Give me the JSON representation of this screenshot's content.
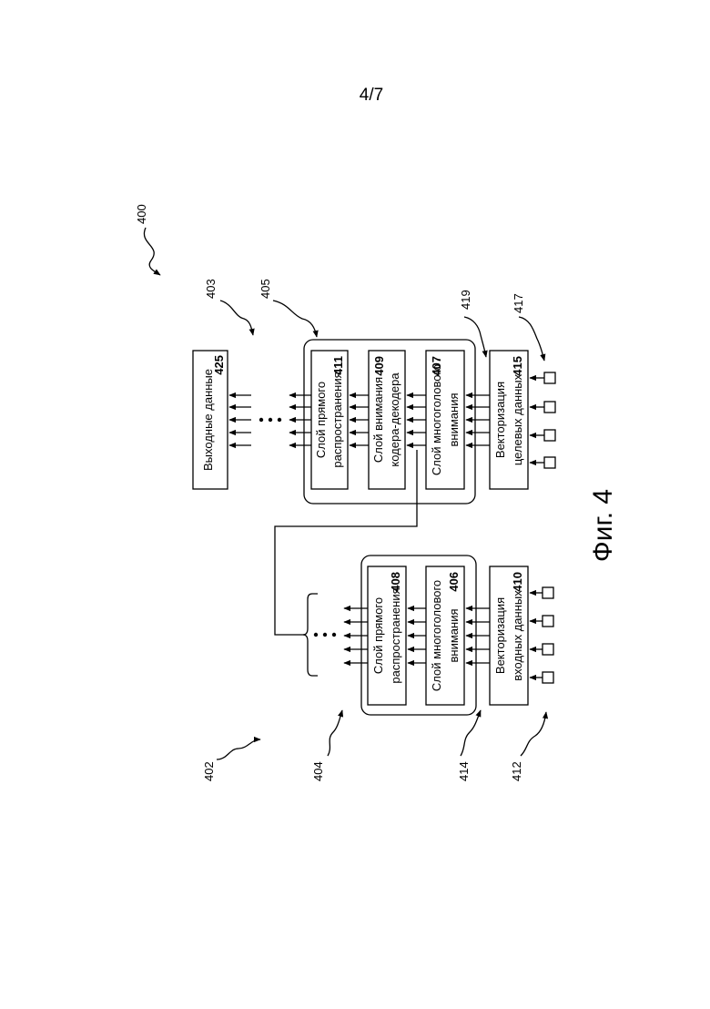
{
  "page": {
    "number": "4/7"
  },
  "figure": {
    "caption": "Фиг. 4",
    "ref": "400",
    "encoder": {
      "ref": "402",
      "block_ref": "404",
      "block_loop_ref": "414",
      "input_ref": "412",
      "feed_forward": {
        "line1": "Слой прямого",
        "line2": "распространения",
        "ref": "408"
      },
      "self_attention": {
        "line1": "Слой многоголового",
        "line2": "внимания",
        "ref": "406"
      },
      "embedding": {
        "line1": "Векторизация",
        "line2": "входных данных",
        "ref": "410"
      }
    },
    "decoder": {
      "block_ref": "405",
      "block_loop_ref": "419",
      "input_ref": "417",
      "output_ref": "403",
      "feed_forward": {
        "line1": "Слой прямого",
        "line2": "распространения",
        "ref": "411"
      },
      "cross_attention": {
        "line1": "Слой внимания",
        "line2": "кодера-декодера",
        "ref": "409"
      },
      "self_attention": {
        "line1": "Слой многоголового",
        "line2": "внимания",
        "ref": "407"
      },
      "embedding": {
        "line1": "Векторизация",
        "line2": "целевых данных",
        "ref": "415"
      }
    },
    "output": {
      "label": "Выходные данные",
      "ref": "425"
    }
  }
}
